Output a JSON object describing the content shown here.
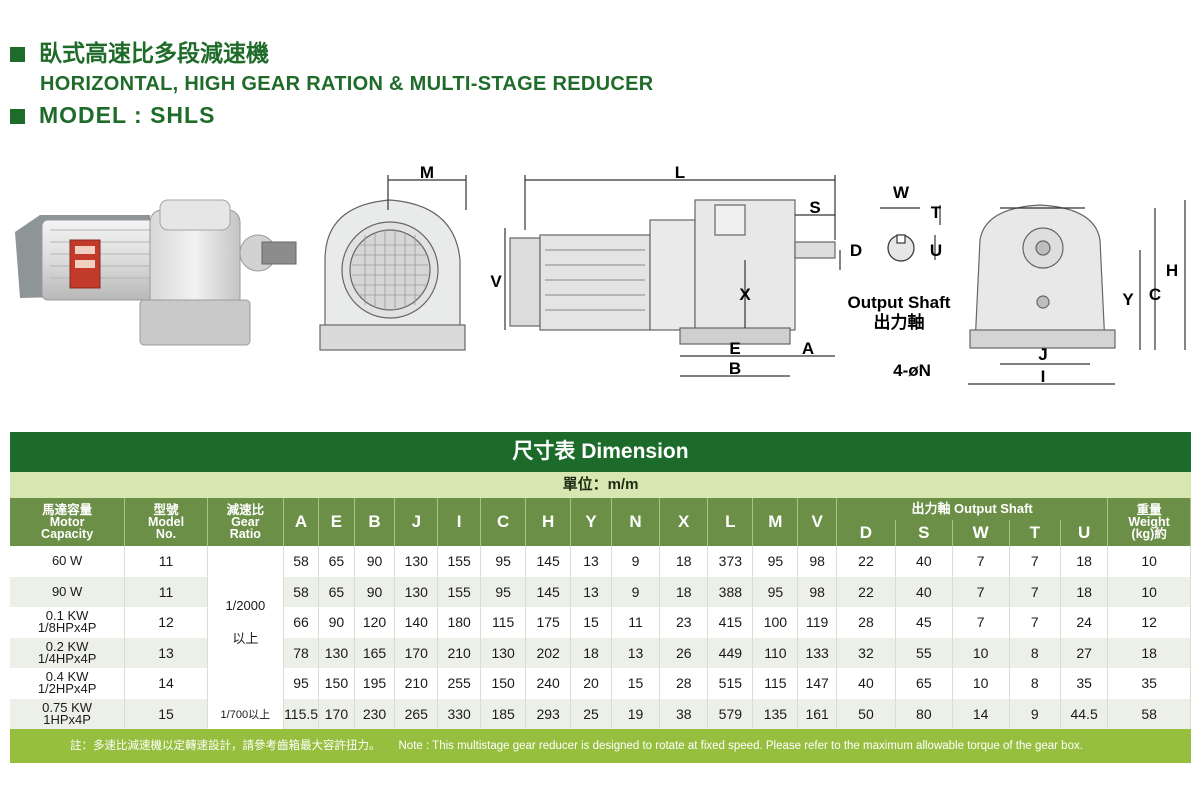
{
  "header": {
    "title_cn": "臥式高速比多段減速機",
    "title_en": "HORIZONTAL, HIGH GEAR RATION & MULTI-STAGE REDUCER",
    "model": "MODEL : SHLS"
  },
  "drawing": {
    "labels": {
      "M": "M",
      "L": "L",
      "S": "S",
      "W": "W",
      "T": "T",
      "D": "D",
      "U": "U",
      "H": "H",
      "C": "C",
      "Y": "Y",
      "V": "V",
      "X": "X",
      "E": "E",
      "A": "A",
      "B": "B",
      "J": "J",
      "I": "I",
      "holes": "4-øN",
      "shaft_en": "Output Shaft",
      "shaft_cn": "出力軸"
    }
  },
  "table": {
    "title": "尺寸表 Dimension",
    "unit": "單位：m/m",
    "headers": {
      "motor_capacity": [
        "馬達容量",
        "Motor",
        "Capacity"
      ],
      "model_no": [
        "型號",
        "Model",
        "No."
      ],
      "gear_ratio": [
        "減速比",
        "Gear",
        "Ratio"
      ],
      "dims": [
        "A",
        "E",
        "B",
        "J",
        "I",
        "C",
        "H",
        "Y",
        "N",
        "X",
        "L",
        "M",
        "V"
      ],
      "output_shaft": "出力軸 Output Shaft",
      "shaft_dims": [
        "D",
        "S",
        "W",
        "T",
        "U"
      ],
      "weight": [
        "重量",
        "Weight",
        "(kg)約"
      ]
    },
    "ratio_a": [
      "1/2000",
      "以上"
    ],
    "ratio_b": "1/700以上",
    "rows": [
      {
        "capacity": [
          "60 W"
        ],
        "model": "11",
        "values": [
          "58",
          "65",
          "90",
          "130",
          "155",
          "95",
          "145",
          "13",
          "9",
          "18",
          "373",
          "95",
          "98",
          "22",
          "40",
          "7",
          "7",
          "18",
          "10"
        ]
      },
      {
        "capacity": [
          "90 W"
        ],
        "model": "11",
        "values": [
          "58",
          "65",
          "90",
          "130",
          "155",
          "95",
          "145",
          "13",
          "9",
          "18",
          "388",
          "95",
          "98",
          "22",
          "40",
          "7",
          "7",
          "18",
          "10"
        ]
      },
      {
        "capacity": [
          "0.1 KW",
          "1/8HPx4P"
        ],
        "model": "12",
        "values": [
          "66",
          "90",
          "120",
          "140",
          "180",
          "115",
          "175",
          "15",
          "11",
          "23",
          "415",
          "100",
          "119",
          "28",
          "45",
          "7",
          "7",
          "24",
          "12"
        ]
      },
      {
        "capacity": [
          "0.2 KW",
          "1/4HPx4P"
        ],
        "model": "13",
        "values": [
          "78",
          "130",
          "165",
          "170",
          "210",
          "130",
          "202",
          "18",
          "13",
          "26",
          "449",
          "110",
          "133",
          "32",
          "55",
          "10",
          "8",
          "27",
          "18"
        ]
      },
      {
        "capacity": [
          "0.4 KW",
          "1/2HPx4P"
        ],
        "model": "14",
        "values": [
          "95",
          "150",
          "195",
          "210",
          "255",
          "150",
          "240",
          "20",
          "15",
          "28",
          "515",
          "115",
          "147",
          "40",
          "65",
          "10",
          "8",
          "35",
          "35"
        ]
      },
      {
        "capacity": [
          "0.75 KW",
          "1HPx4P"
        ],
        "model": "15",
        "values": [
          "115.5",
          "170",
          "230",
          "265",
          "330",
          "185",
          "293",
          "25",
          "19",
          "38",
          "579",
          "135",
          "161",
          "50",
          "80",
          "14",
          "9",
          "44.5",
          "58"
        ]
      }
    ],
    "note_cn": "註：多速比減速機以定轉速設計，請參考齒箱最大容許扭力。",
    "note_en": "Note : This multistage gear reducer is designed to rotate at fixed speed. Please refer to the maximum allowable torque of the gear box."
  },
  "colors": {
    "green_dark": "#1c6b2b",
    "green_header": "#6b8f46",
    "green_unit": "#d7e7b2",
    "green_note": "#97bf3f"
  }
}
